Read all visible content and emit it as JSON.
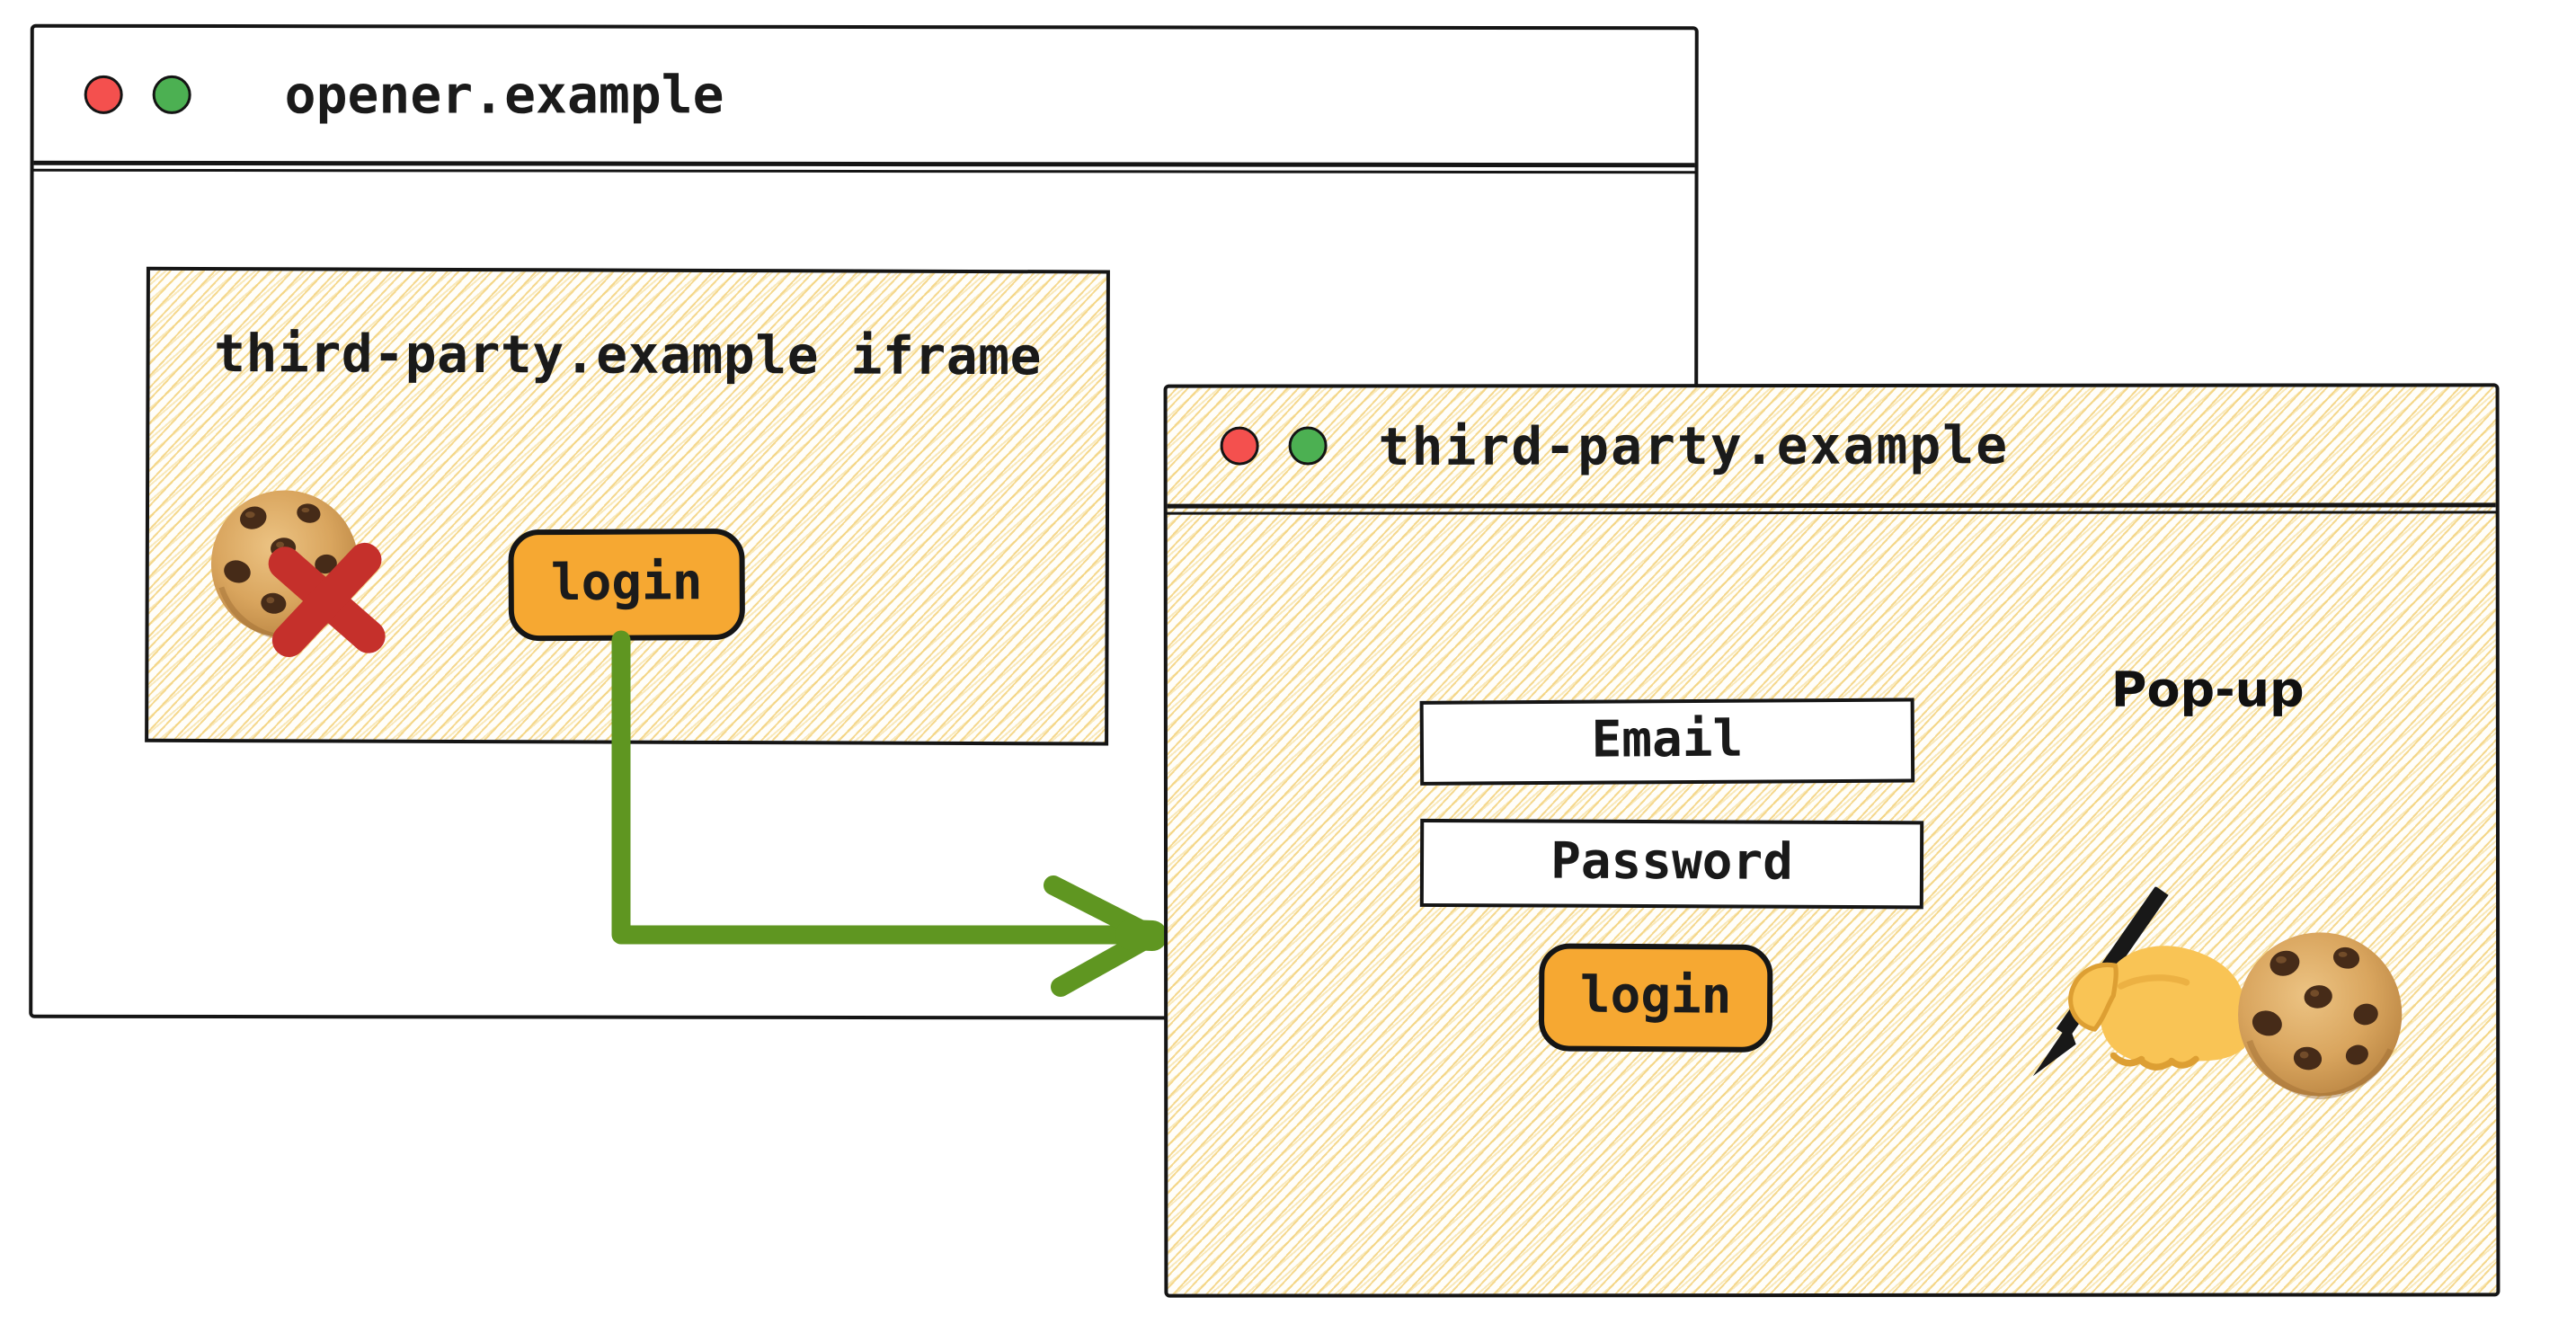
{
  "colors": {
    "ink": "#1a1a1a",
    "button_orange": "#f6a832",
    "arrow_green": "#5f9621",
    "cross_red": "#c5302b",
    "traffic_light_red": "#f4504e",
    "traffic_light_green": "#4cb052",
    "hatch_yellow": "#f3d284"
  },
  "opener_window": {
    "title": "opener.example",
    "traffic_lights": {
      "left": "red-circle",
      "right": "green-circle"
    },
    "iframe_panel": {
      "heading": "third-party.example iframe",
      "cookie_icon": "cookie-icon",
      "blocked_icon": "cross-mark-icon",
      "login_button_label": "login"
    }
  },
  "popup_window": {
    "title": "third-party.example",
    "traffic_lights": {
      "left": "red-circle",
      "right": "green-circle"
    },
    "window_label": "Pop-up",
    "email_field": {
      "value": "Email"
    },
    "password_field": {
      "value": "Password"
    },
    "login_button_label": "login",
    "writing_hand_icon": "writing-hand-icon",
    "cookie_icon": "cookie-icon"
  }
}
